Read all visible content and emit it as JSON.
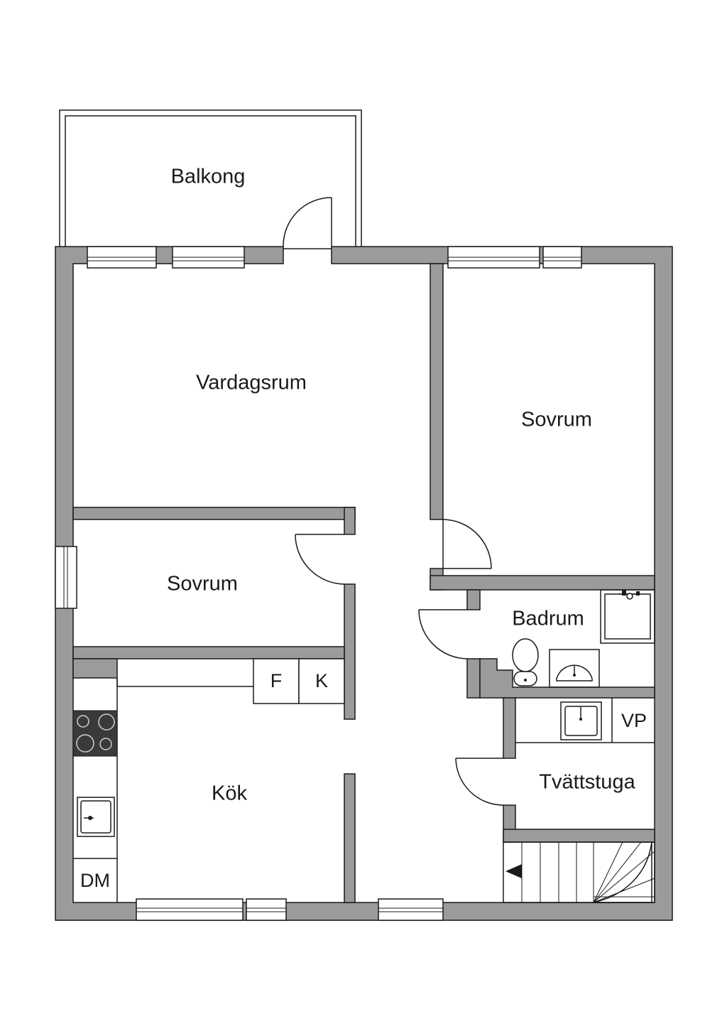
{
  "rooms": {
    "balkong": "Balkong",
    "vardagsrum": "Vardagsrum",
    "sovrum_1": "Sovrum",
    "sovrum_2": "Sovrum",
    "badrum": "Badrum",
    "kok": "Kök",
    "tvattstuga": "Tvättstuga"
  },
  "fixtures": {
    "freezer": "F",
    "fridge": "K",
    "dishwasher": "DM",
    "water_heater": "VP"
  }
}
